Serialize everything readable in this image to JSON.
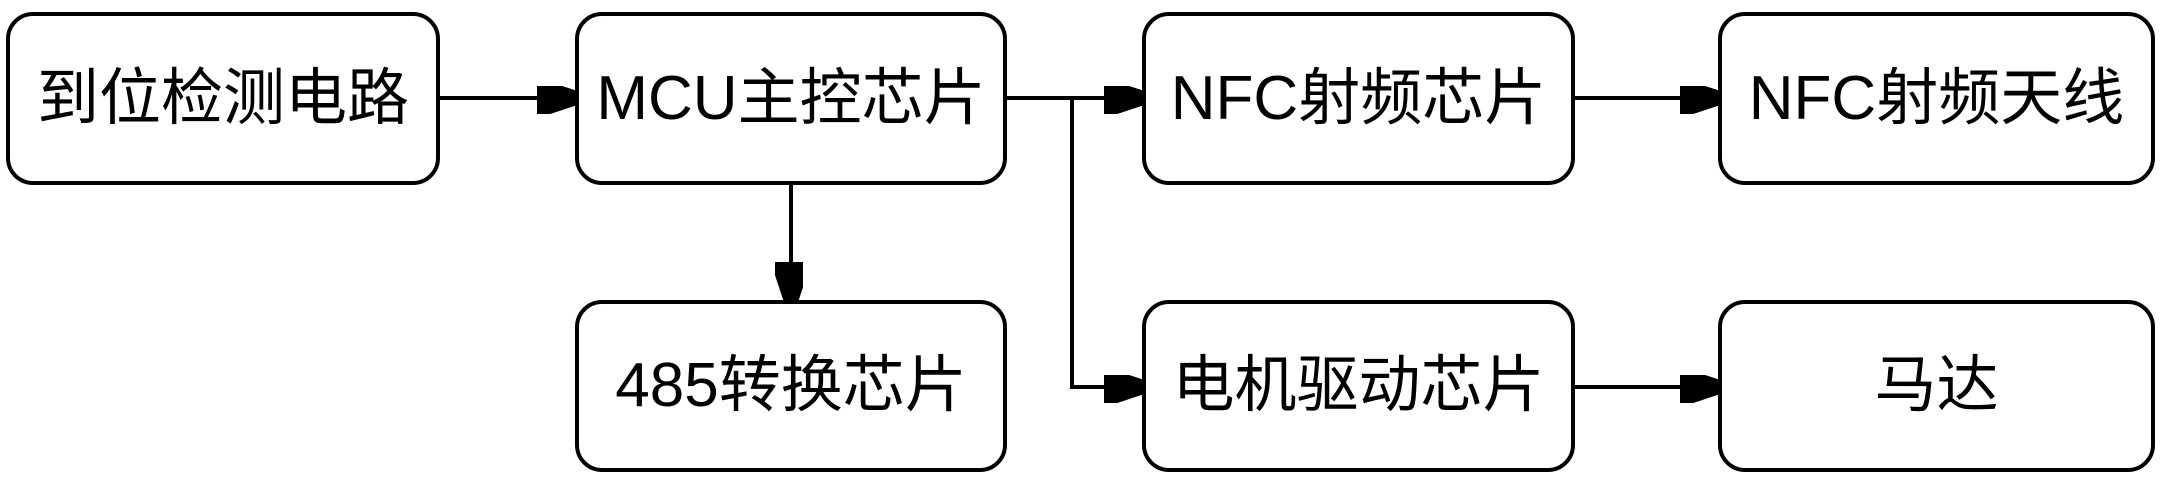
{
  "diagram": {
    "background_color": "#ffffff",
    "node_fill_color": "#ffffff",
    "node_border_color": "#000000",
    "line_color": "#000000",
    "text_color": "#000000",
    "nodes": [
      {
        "id": "position-detection-circuit",
        "label": "到位检测电路"
      },
      {
        "id": "mcu-main-control-chip",
        "label": "MCU主控芯片"
      },
      {
        "id": "nfc-rf-chip",
        "label": "NFC射频芯片"
      },
      {
        "id": "nfc-rf-antenna",
        "label": "NFC射频天线"
      },
      {
        "id": "485-converter-chip",
        "label": "485转换芯片"
      },
      {
        "id": "motor-driver-chip",
        "label": "电机驱动芯片"
      },
      {
        "id": "motor",
        "label": "马达"
      }
    ],
    "edges": [
      {
        "from": "到位检测电路",
        "to": "MCU主控芯片",
        "style": "arrow-right"
      },
      {
        "from": "MCU主控芯片",
        "to": "NFC射频芯片",
        "style": "arrow-right"
      },
      {
        "from": "NFC射频芯片",
        "to": "NFC射频天线",
        "style": "arrow-right"
      },
      {
        "from": "MCU主控芯片",
        "to": "485转换芯片",
        "style": "arrow-down"
      },
      {
        "from": "MCU主控芯片",
        "to": "电机驱动芯片",
        "style": "elbow-down-right"
      },
      {
        "from": "电机驱动芯片",
        "to": "马达",
        "style": "arrow-right"
      }
    ]
  }
}
